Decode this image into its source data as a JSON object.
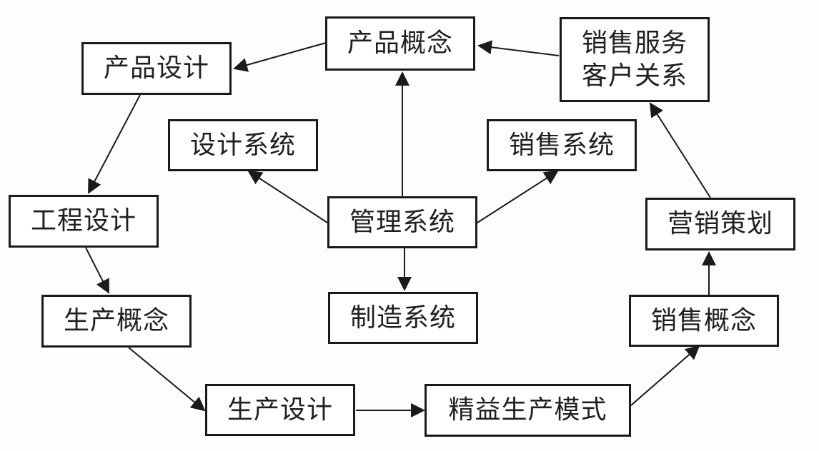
{
  "nodes": {
    "product_concept": "产品概念",
    "sales_service": [
      "销售服务",
      "客户关系"
    ],
    "product_design": "产品设计",
    "design_system": "设计系统",
    "sales_system": "销售系统",
    "engineering_design": "工程设计",
    "management_system": "管理系统",
    "marketing_plan": "营销策划",
    "production_concept": "生产概念",
    "manufacturing_system": "制造系统",
    "sales_concept": "销售概念",
    "production_design": "生产设计",
    "lean_production": "精益生产模式"
  },
  "colors": {
    "stroke": "#1a1a1a",
    "text": "#1f1f1f",
    "background": "#fdfdfd"
  }
}
